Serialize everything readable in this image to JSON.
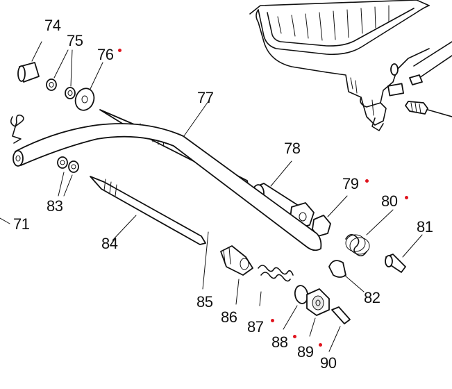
{
  "labels": {
    "l71": "71",
    "l74": "74",
    "l75": "75",
    "l76": "76",
    "l77": "77",
    "l78": "78",
    "l79": "79",
    "l80": "80",
    "l81": "81",
    "l82": "82",
    "l83": "83",
    "l84": "84",
    "l85": "85",
    "l86": "86",
    "l87": "87",
    "l88": "88",
    "l89": "89",
    "l90": "90"
  },
  "marker_color": "#e0141e"
}
